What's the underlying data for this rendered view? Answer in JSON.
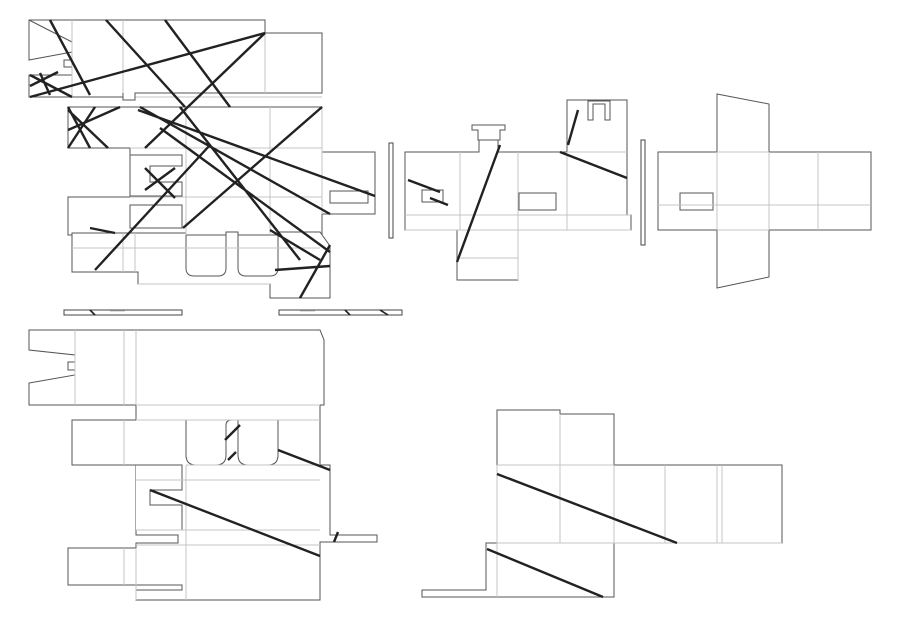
{
  "sheet": {
    "background": "#ffffff",
    "outline_color": "#555555",
    "fold_color": "#c4c4c4",
    "cut_color": "#222222"
  },
  "parts": [
    {
      "name": "large-box-net-cut-pattern"
    },
    {
      "name": "tall-tab-edge-strips"
    },
    {
      "name": "small-box-net-cut-pattern"
    },
    {
      "name": "cross-net-plain"
    },
    {
      "name": "large-box-net-few-cuts"
    },
    {
      "name": "box-net-two-cuts"
    }
  ]
}
